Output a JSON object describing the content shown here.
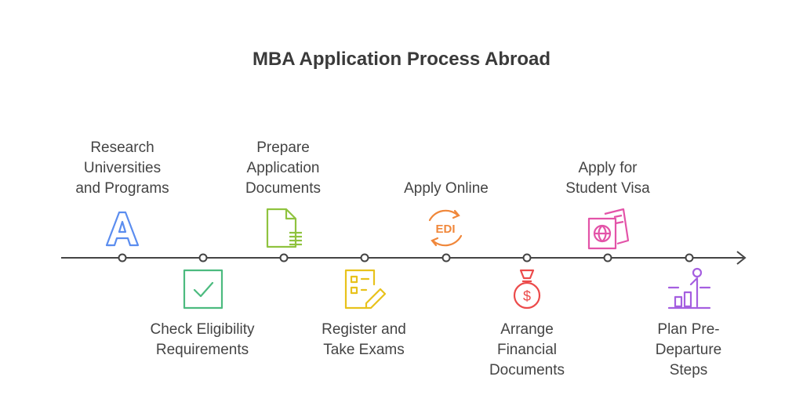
{
  "title": "MBA Application Process Abroad",
  "steps": [
    {
      "lines": [
        "Research",
        "Universities",
        "and Programs"
      ],
      "icon": "letter-a-icon",
      "color": "#5b8def"
    },
    {
      "lines": [
        "Check Eligibility",
        "Requirements"
      ],
      "icon": "checkbox-icon",
      "color": "#4cbb7f"
    },
    {
      "lines": [
        "Prepare",
        "Application",
        "Documents"
      ],
      "icon": "document-icon",
      "color": "#8fc33f"
    },
    {
      "lines": [
        "Register and",
        "Take Exams"
      ],
      "icon": "exam-checklist-icon",
      "color": "#e8c21c"
    },
    {
      "lines": [
        "Apply Online"
      ],
      "icon": "edi-exchange-icon",
      "color": "#f0873a"
    },
    {
      "lines": [
        "Arrange",
        "Financial",
        "Documents"
      ],
      "icon": "money-bag-icon",
      "color": "#ec4b4b"
    },
    {
      "lines": [
        "Apply for",
        "Student Visa"
      ],
      "icon": "passport-ticket-icon",
      "color": "#e353a8"
    },
    {
      "lines": [
        "Plan Pre-",
        "Departure",
        "Steps"
      ],
      "icon": "growth-person-icon",
      "color": "#a55fe0"
    }
  ],
  "icon_text": {
    "edi": "EDI",
    "dollar": "$"
  }
}
